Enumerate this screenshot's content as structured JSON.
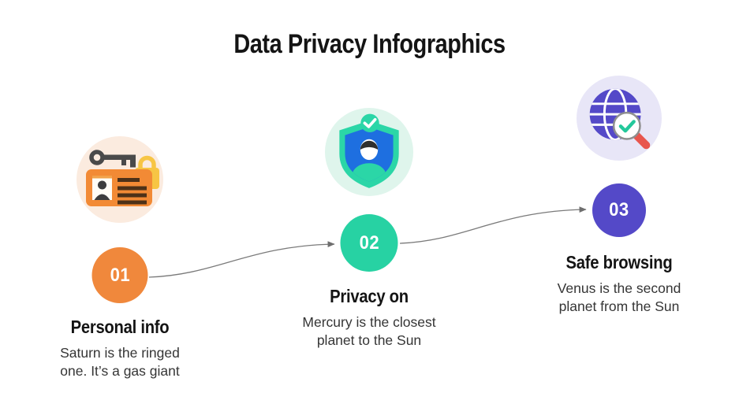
{
  "title": "Data Privacy Infographics",
  "steps": [
    {
      "number": "01",
      "heading": "Personal info",
      "description_lines": [
        "Saturn is the ringed",
        "one. It’s a gas giant"
      ],
      "icon": "id-card-lock-icon",
      "accent_color": "#f0883c",
      "icon_bg_color": "#fbebdf"
    },
    {
      "number": "02",
      "heading": "Privacy on",
      "description_lines": [
        "Mercury is the closest",
        "planet to the Sun"
      ],
      "icon": "shield-user-check-icon",
      "accent_color": "#27d2a3",
      "icon_bg_color": "#dff5ec"
    },
    {
      "number": "03",
      "heading": "Safe browsing",
      "description_lines": [
        "Venus is the second",
        "planet from the Sun"
      ],
      "icon": "globe-search-icon",
      "accent_color": "#5449c8",
      "icon_bg_color": "#e8e6f7"
    }
  ],
  "colors": {
    "background": "#ffffff",
    "heading_text": "#141414",
    "body_text": "#353535",
    "connector": "#757575",
    "step1_orange": "#f0883c",
    "step2_teal": "#27d2a3",
    "step3_purple": "#5449c8",
    "lock_yellow": "#f7c544",
    "shield_blue": "#1e6fe0",
    "magnifier_handle_red": "#e8564e",
    "key_gray": "#4a4a4a"
  }
}
